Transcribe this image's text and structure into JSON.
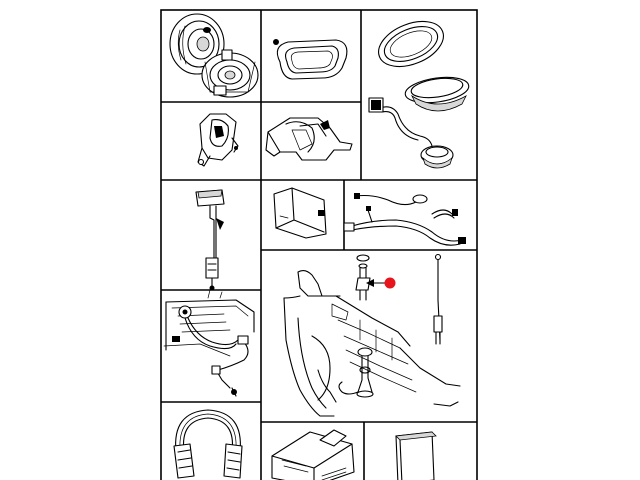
{
  "diagram": {
    "background": "#ffffff",
    "line_color": "#000000",
    "marker_color": "#e8141c",
    "panels": [
      {
        "id": "speaker-round",
        "icon": "round-speaker-icon"
      },
      {
        "id": "speaker-adapter-ring",
        "icon": "adapter-ring-icon"
      },
      {
        "id": "speaker-oval-kit",
        "icon": "oval-speaker-icon"
      },
      {
        "id": "speaker-bracket",
        "icon": "bracket-icon"
      },
      {
        "id": "mount-bracket",
        "icon": "mount-bracket-icon"
      },
      {
        "id": "antenna-adapter",
        "icon": "antenna-adapter-icon"
      },
      {
        "id": "module-box",
        "icon": "module-icon"
      },
      {
        "id": "cable-harness",
        "icon": "cable-icon"
      },
      {
        "id": "fender-antenna",
        "icon": "fender-antenna-icon",
        "highlighted": true
      },
      {
        "id": "radio-wiring",
        "icon": "wiring-icon"
      },
      {
        "id": "headphones",
        "icon": "headphones-icon"
      },
      {
        "id": "radio-box",
        "icon": "radio-box-icon"
      },
      {
        "id": "box-package",
        "icon": "package-icon"
      }
    ]
  }
}
